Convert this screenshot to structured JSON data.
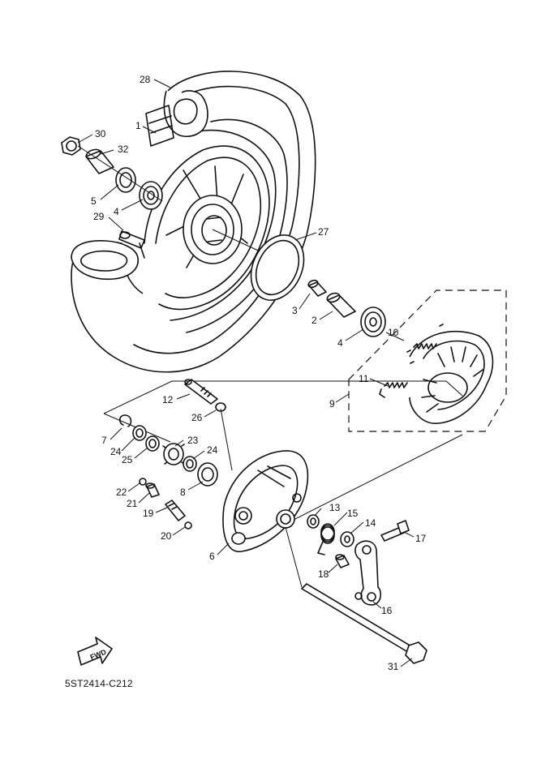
{
  "diagram_code": "5ST2414-C212",
  "fwd_label": "FWD",
  "part_numbers": {
    "p1": "1",
    "p2": "2",
    "p3": "3",
    "p4a": "4",
    "p4b": "4",
    "p5": "5",
    "p6": "6",
    "p7": "7",
    "p8": "8",
    "p9": "9",
    "p10": "10",
    "p11": "11",
    "p12": "12",
    "p13": "13",
    "p14": "14",
    "p15": "15",
    "p16": "16",
    "p17": "17",
    "p18": "18",
    "p19": "19",
    "p20": "20",
    "p21": "21",
    "p22": "22",
    "p23": "23",
    "p24a": "24",
    "p24b": "24",
    "p25": "25",
    "p26": "26",
    "p27": "27",
    "p28": "28",
    "p29": "29",
    "p30": "30",
    "p31": "31",
    "p32": "32"
  }
}
